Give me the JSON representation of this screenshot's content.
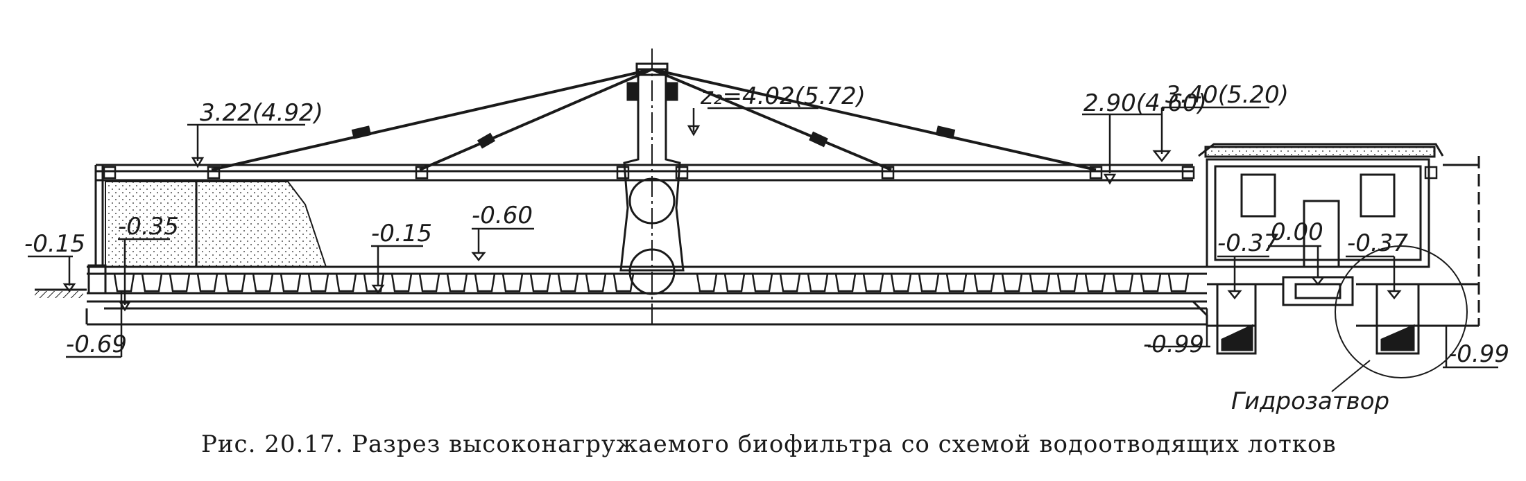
{
  "figure": {
    "caption": "Рис. 20.17. Разрез высоконагружаемого биофильтра со схемой водоотводящих лотков",
    "annotation_hydroseal": "Гидрозатвор"
  },
  "elevations": {
    "e_322": "3.22(4.92)",
    "e_z2_402": "z₂=4.02(5.72)",
    "e_290": "2.90(4.60)",
    "e_340": "3.40(5.20)",
    "e_m015_left": "-0.15",
    "e_m035": "-0.35",
    "e_m015_mid": "-0.15",
    "e_m060": "-0.60",
    "e_m037_left": "-0.37",
    "e_000": "0.00",
    "e_m037_right": "-0.37",
    "e_m069": "-0.69",
    "e_m099_left": "-0.99",
    "e_m099_right": "-0.99"
  },
  "colors": {
    "ink": "#1a1a1a",
    "paper": "#ffffff"
  }
}
